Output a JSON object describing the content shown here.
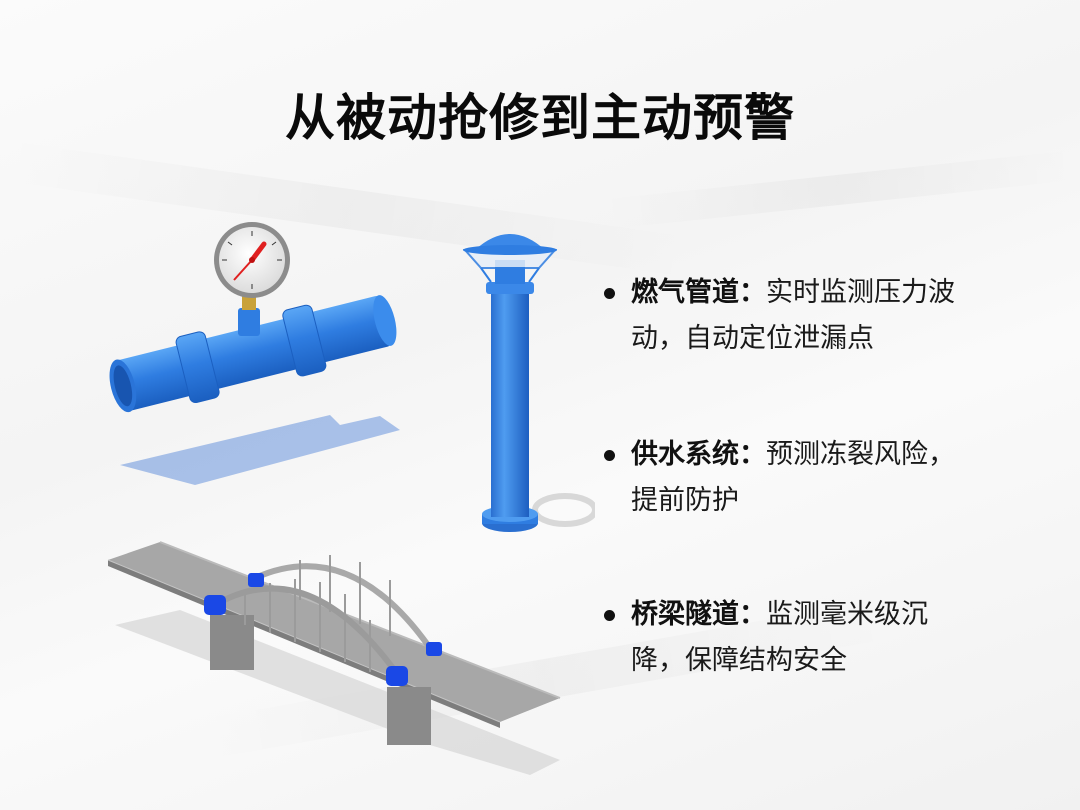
{
  "slide": {
    "title": "从被动抢修到主动预警",
    "bullets": [
      {
        "head": "燃气管道：",
        "body": "实时监测压力波动，自动定位泄漏点"
      },
      {
        "head": "供水系统：",
        "body": "预测冻裂风险，提前防护"
      },
      {
        "head": "桥梁隧道：",
        "body": "监测毫米级沉降，保障结构安全"
      }
    ],
    "illustrations": [
      {
        "name": "gas-pipe-with-pressure-gauge"
      },
      {
        "name": "water-sensor-bollard"
      },
      {
        "name": "arch-bridge-with-sensors"
      }
    ],
    "colors": {
      "accent_blue": "#2f7de1",
      "bridge_gray": "#9a9a9a",
      "sensor_blue": "#1a48e6"
    }
  }
}
